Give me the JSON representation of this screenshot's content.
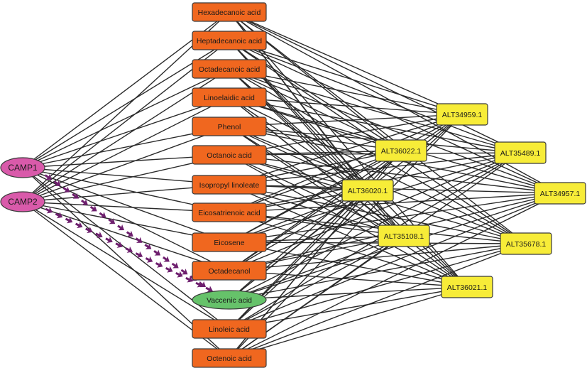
{
  "colors": {
    "compound": "#f0671f",
    "highlight_compound": "#66c26a",
    "target": "#f7ec38",
    "camp": "#d95aaa",
    "edge": "#2a2a2a",
    "dashed_edge": "#6e1f6e"
  },
  "camps": [
    {
      "id": "camp1",
      "label": "CAMP1"
    },
    {
      "id": "camp2",
      "label": "CAMP2"
    }
  ],
  "compounds": [
    {
      "id": "hexadecanoic",
      "label": "Hexadecanoic acid"
    },
    {
      "id": "heptadecanoic",
      "label": "Heptadecanoic acid"
    },
    {
      "id": "octadecanoic",
      "label": "Octadecanoic acid"
    },
    {
      "id": "linoelaidic",
      "label": "Linoelaidic acid"
    },
    {
      "id": "phenol",
      "label": "Phenol"
    },
    {
      "id": "octanoic",
      "label": "Octanoic acid"
    },
    {
      "id": "isopropyl",
      "label": "Isopropyl linoleate"
    },
    {
      "id": "eicosatrienoic",
      "label": "Eicosatrienoic acid"
    },
    {
      "id": "eicosene",
      "label": "Eicosene"
    },
    {
      "id": "octadecanol",
      "label": "Octadecanol"
    },
    {
      "id": "vaccenic",
      "label": "Vaccenic acid",
      "highlight": true
    },
    {
      "id": "linoleic",
      "label": "Linoleic acid"
    },
    {
      "id": "octenoic",
      "label": "Octenoic acid"
    }
  ],
  "targets": [
    {
      "id": "ALT34959",
      "label": "ALT34959.1"
    },
    {
      "id": "ALT36022",
      "label": "ALT36022.1"
    },
    {
      "id": "ALT35489",
      "label": "ALT35489.1"
    },
    {
      "id": "ALT34957",
      "label": "ALT34957.1"
    },
    {
      "id": "ALT36020",
      "label": "ALT36020.1"
    },
    {
      "id": "ALT35108",
      "label": "ALT35108.1"
    },
    {
      "id": "ALT35678",
      "label": "ALT35678.1"
    },
    {
      "id": "ALT36021",
      "label": "ALT36021.1"
    }
  ],
  "edges_note": "All CAMP nodes connect to all compounds except vaccenic acid (dashed arrows); all compounds connect to all targets.",
  "dashed_edges": [
    {
      "from": "vaccenic",
      "to": "camp1"
    },
    {
      "from": "vaccenic",
      "to": "camp2"
    }
  ]
}
